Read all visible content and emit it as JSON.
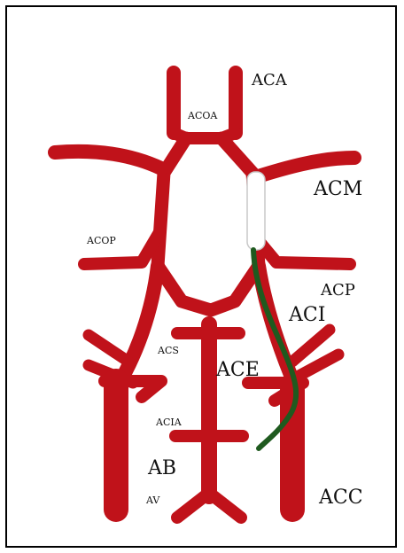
{
  "colors": {
    "artery": "#c0121a",
    "catheter": "#1f5a1f",
    "balloon": "#ffffff",
    "frame": "#000000",
    "label": "#111111"
  },
  "labels": {
    "aca": "ACA",
    "acoa": "ACOA",
    "acm": "ACM",
    "acop": "ACOP",
    "acp": "ACP",
    "aci": "ACI",
    "acs": "ACS",
    "ace": "ACE",
    "acia": "ACIA",
    "ab": "AB",
    "av": "AV",
    "acc": "ACC"
  }
}
